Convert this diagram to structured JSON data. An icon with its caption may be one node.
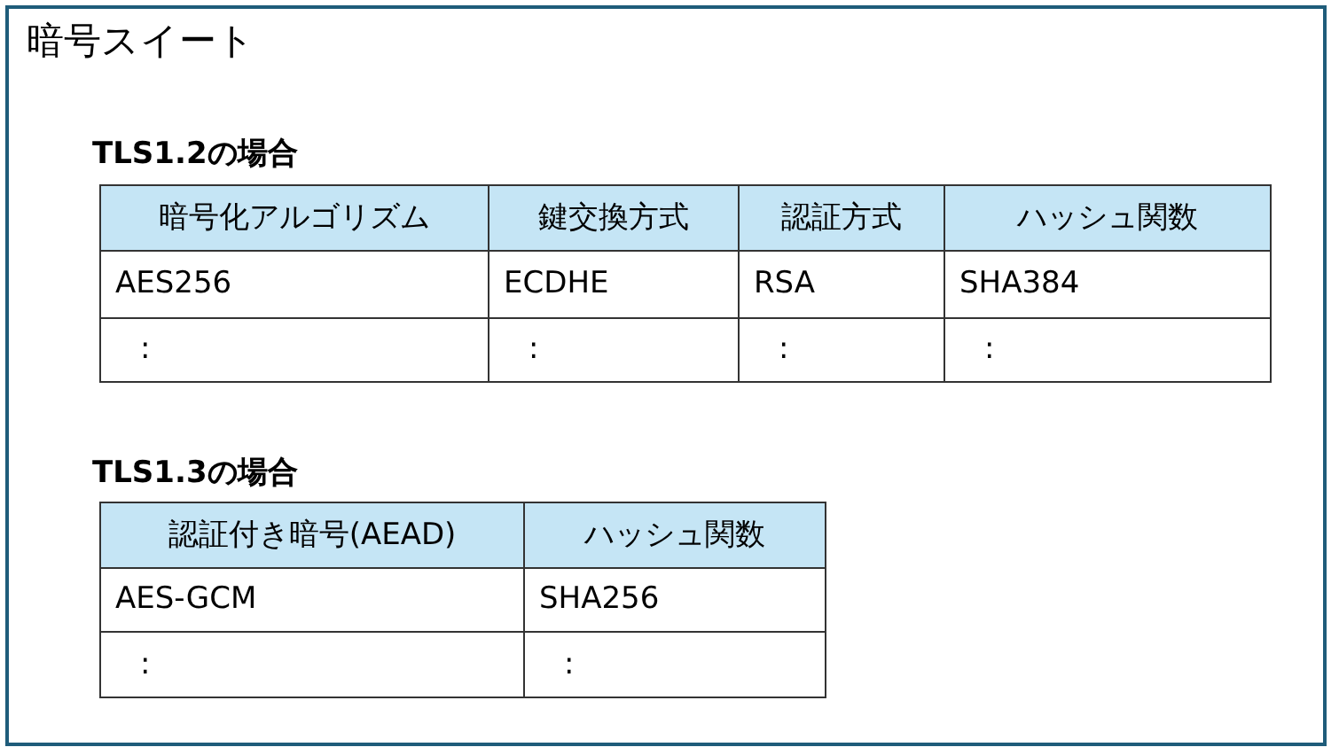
{
  "diagram": {
    "nodes": [
      {
        "text": [
          "暗号スイート"
        ]
      }
    ],
    "labels": [
      "TLS1.2の場合",
      "暗号化アルゴリズム",
      "鍵交換方式",
      "認証方式",
      "ハッシュ関数",
      "AES256",
      "ECDHE",
      "RSA",
      "SHA384",
      ":",
      ":",
      ":",
      ":",
      "TLS1.3の場合",
      "認証付き暗号(AEAD)",
      "ハッシュ関数",
      "AES-GCM",
      "SHA256",
      ":",
      ":"
    ]
  }
}
